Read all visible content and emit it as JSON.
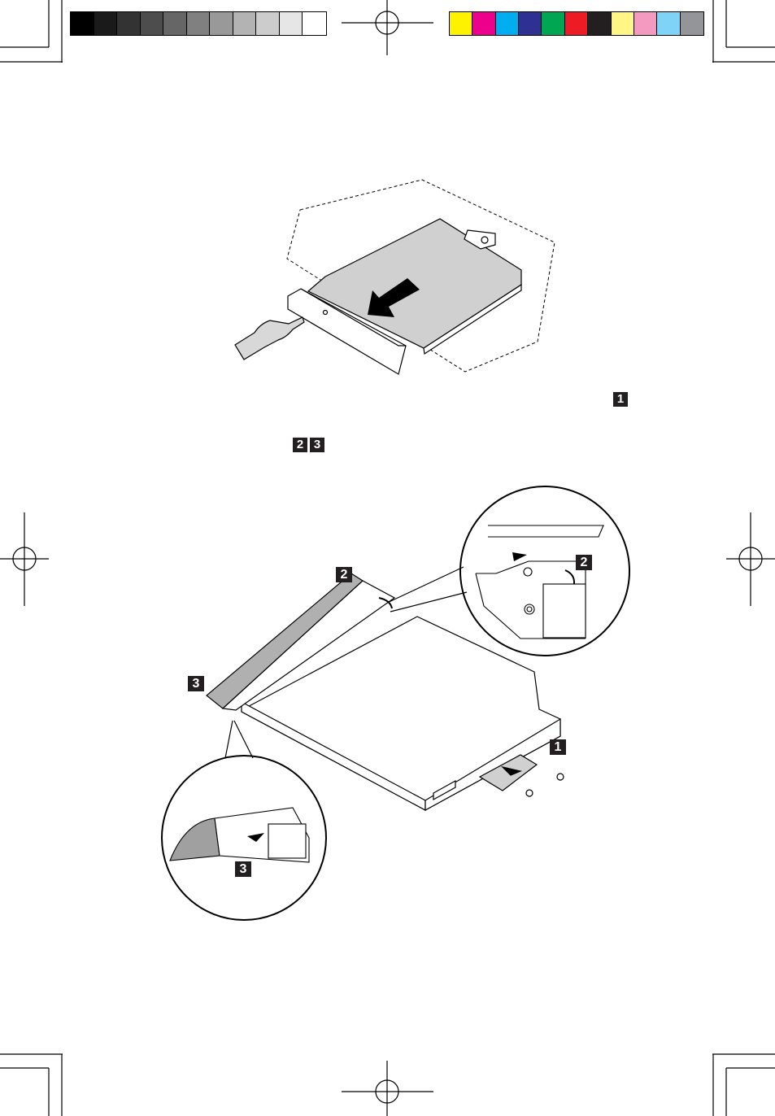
{
  "print_marks": {
    "grayscale": [
      "#000000",
      "#1a1a1a",
      "#333333",
      "#4d4d4d",
      "#666666",
      "#808080",
      "#999999",
      "#b3b3b3",
      "#cccccc",
      "#e6e6e6",
      "#ffffff"
    ],
    "colors": [
      "#fff200",
      "#ec008c",
      "#00aeef",
      "#2e3192",
      "#00a651",
      "#ed1c24",
      "#231f20",
      "#fff685",
      "#f49ac1",
      "#7fd3f7",
      "#939598"
    ]
  },
  "step_refs": {
    "step1": "1",
    "step2": "2",
    "step3": "3"
  },
  "figure_callouts": {
    "main_2": "2",
    "main_3": "3",
    "main_1": "1",
    "zoom_top_2": "2",
    "zoom_bottom_3": "3"
  }
}
